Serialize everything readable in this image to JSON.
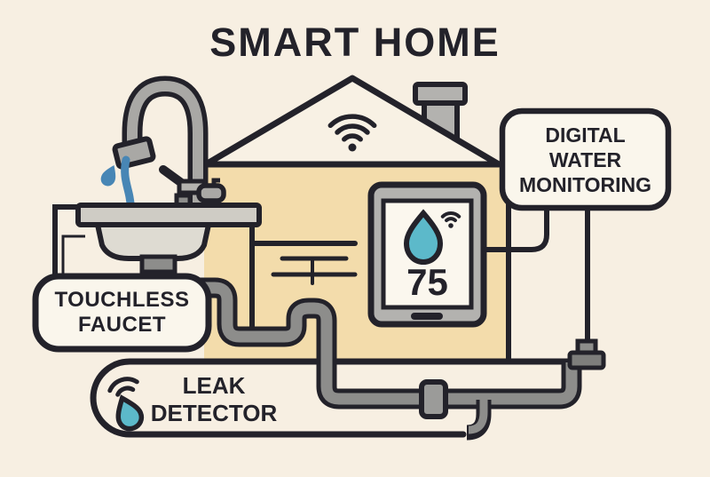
{
  "title": "SMART HOME",
  "labels": {
    "touchless_faucet": {
      "line1": "TOUCHLESS",
      "line2": "FAUCET"
    },
    "digital_water_monitoring": {
      "line1": "DIGITAL",
      "line2": "WATER",
      "line3": "MONITORING"
    },
    "leak_detector": {
      "line1": "LEAK",
      "line2": "DETECTOR"
    }
  },
  "monitor_display": {
    "value": "75"
  },
  "icons": {
    "roof": "wifi-icon",
    "tablet": [
      "water-drop-icon",
      "wifi-icon"
    ],
    "leak_detector": [
      "wifi-icon",
      "water-drop-icon"
    ],
    "faucet": "water-stream"
  },
  "colors": {
    "background": "#f7efe2",
    "house_fill": "#f3dcab",
    "outline": "#23222a",
    "pipe_gray": "#8d8d8b",
    "metal_gray": "#b3b2af",
    "teal_accent": "#5cb9ca",
    "water_blue": "#4886b5",
    "label_fill": "#faf6ec"
  }
}
